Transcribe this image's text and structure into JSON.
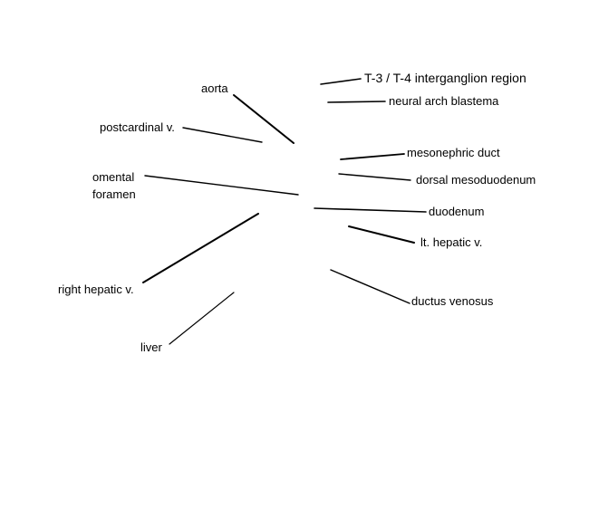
{
  "diagram": {
    "labels": {
      "t3_t4": "T-3 / T-4 interganglion region",
      "neural_arch": "neural arch blastema",
      "aorta": "aorta",
      "postcardinal": "postcardinal v.",
      "mesonephric": "mesonephric duct",
      "dorsal_meso": "dorsal mesoduodenum",
      "omental_l1": "omental",
      "omental_l2": "foramen",
      "duodenum": "duodenum",
      "lt_hepatic": "lt. hepatic v.",
      "right_hepatic": "right hepatic v.",
      "ductus": "ductus venosus",
      "liver": "liver"
    },
    "line_color": "#000000"
  }
}
